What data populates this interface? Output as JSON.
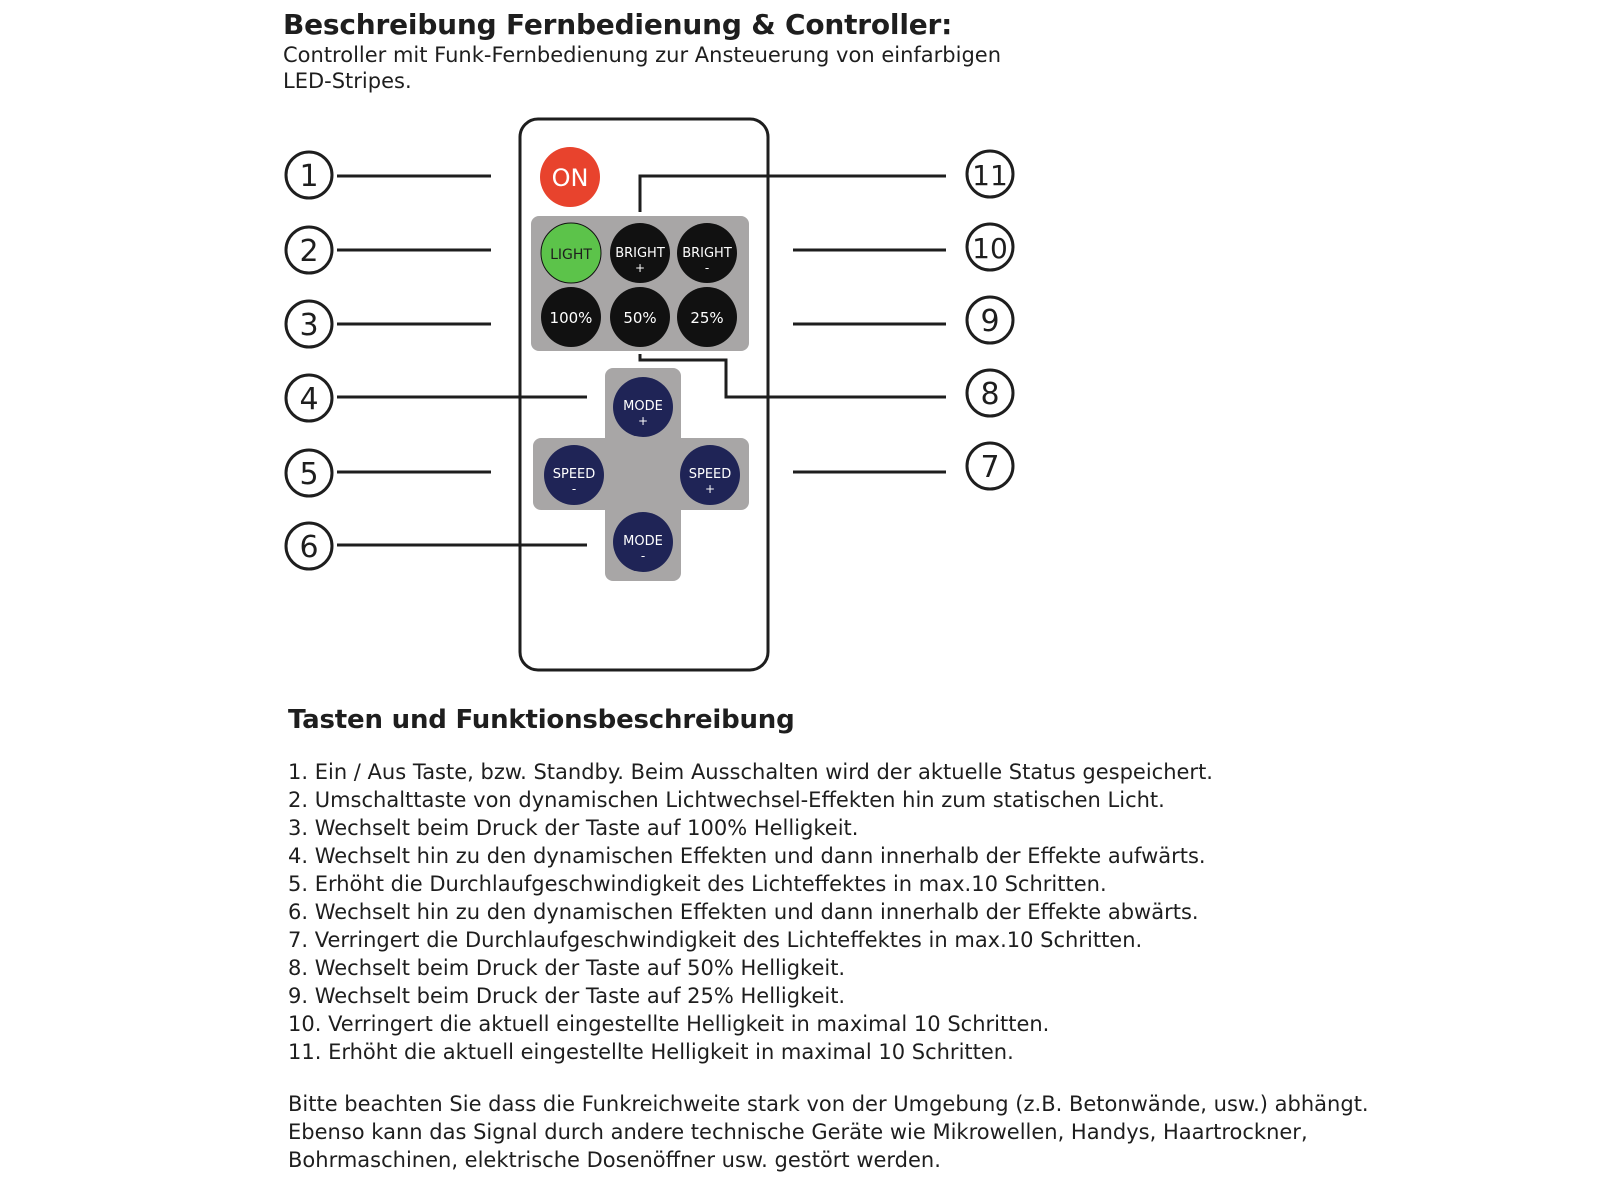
{
  "header": {
    "title": "Beschreibung Fernbedienung & Controller:",
    "subtitle": "Controller mit Funk-Fernbedienung zur Ansteuerung von einfarbigen LED-Stripes."
  },
  "remote": {
    "buttons": {
      "on": {
        "label": "ON",
        "color": "#e8432d"
      },
      "light": {
        "label": "LIGHT",
        "color": "#5cc34a"
      },
      "bright_plus": {
        "line1": "BRIGHT",
        "line2": "+"
      },
      "bright_minus": {
        "line1": "BRIGHT",
        "line2": "-"
      },
      "p100": {
        "label": "100%"
      },
      "p50": {
        "label": "50%"
      },
      "p25": {
        "label": "25%"
      },
      "mode_plus": {
        "line1": "MODE",
        "line2": "+"
      },
      "mode_minus": {
        "line1": "MODE",
        "line2": "-"
      },
      "speed_minus": {
        "line1": "SPEED",
        "line2": "-"
      },
      "speed_plus": {
        "line1": "SPEED",
        "line2": "+"
      }
    },
    "colors": {
      "dark_button": "#111111",
      "navy_button": "#1f2456",
      "panel_gray": "#a8a6a6"
    }
  },
  "callouts": {
    "left": [
      "1",
      "2",
      "3",
      "4",
      "5",
      "6"
    ],
    "right": [
      "11",
      "10",
      "9",
      "8",
      "7"
    ]
  },
  "section": {
    "title": "Tasten und Funktionsbeschreibung",
    "items": [
      "1. Ein / Aus Taste, bzw. Standby. Beim Ausschalten wird der aktuelle Status gespeichert.",
      "2. Umschalttaste von dynamischen Lichtwechsel-Effekten hin zum statischen Licht.",
      "3. Wechselt beim Druck der Taste auf 100% Helligkeit.",
      "4. Wechselt hin zu den dynamischen Effekten und dann innerhalb der Effekte aufwärts.",
      "5. Erhöht die Durchlaufgeschwindigkeit des Lichteffektes in max.10 Schritten.",
      "6. Wechselt hin zu den dynamischen Effekten und dann innerhalb der Effekte abwärts.",
      "7. Verringert die Durchlaufgeschwindigkeit des Lichteffektes in max.10 Schritten.",
      "8. Wechselt beim Druck der Taste auf 50% Helligkeit.",
      "9. Wechselt beim Druck der Taste auf 25% Helligkeit.",
      "10. Verringert die aktuell eingestellte Helligkeit in maximal 10 Schritten.",
      "11. Erhöht die aktuell eingestellte Helligkeit in maximal 10 Schritten."
    ],
    "note": "Bitte beachten Sie dass die Funkreichweite stark von der Umgebung (z.B. Betonwände, usw.) abhängt. Ebenso kann das Signal durch andere technische Geräte wie Mikrowellen, Handys, Haartrockner, Bohrmaschinen, elektrische Dosenöffner usw. gestört werden."
  }
}
